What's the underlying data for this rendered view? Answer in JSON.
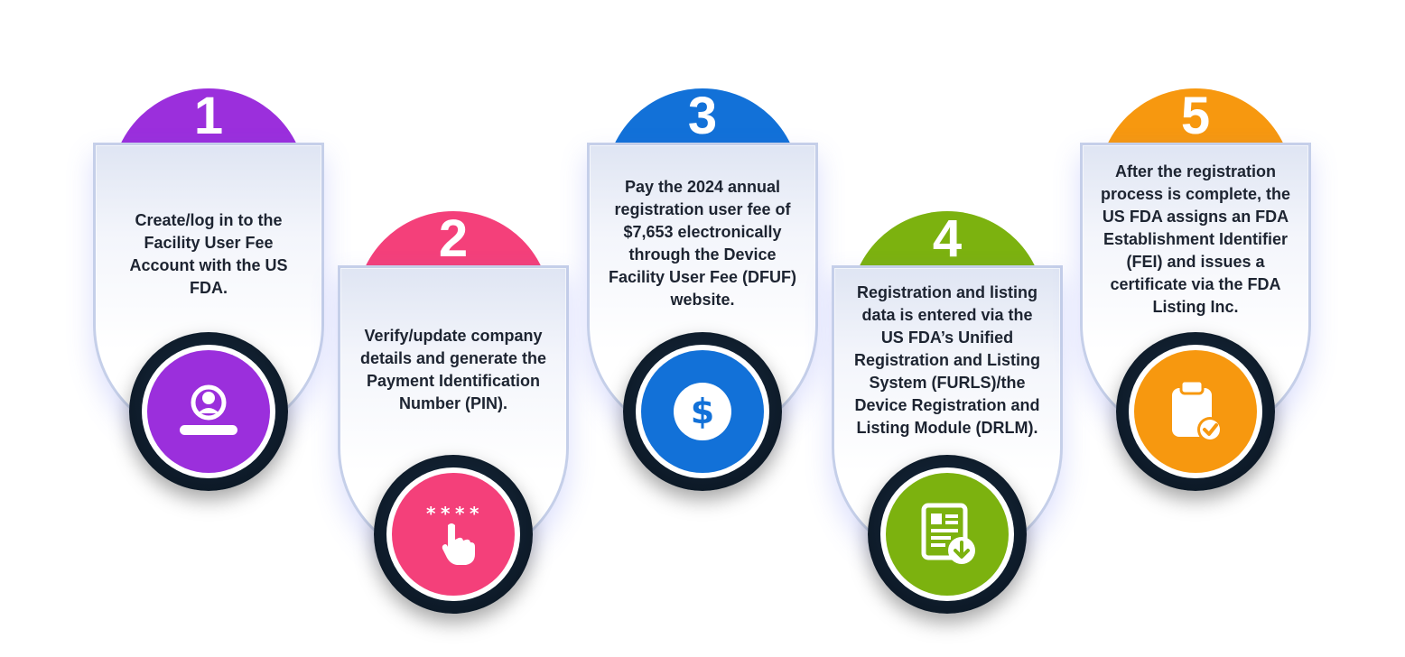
{
  "steps": [
    {
      "number": "1",
      "color": "#9b2fdc",
      "icon": "user-account-icon",
      "text": "Create/log in to the Facility User Fee Account with the US FDA."
    },
    {
      "number": "2",
      "color": "#f4407a",
      "icon": "pin-entry-icon",
      "text": "Verify/update company details and generate the Payment Identification Number (PIN)."
    },
    {
      "number": "3",
      "color": "#1271d8",
      "icon": "dollar-icon",
      "text": "Pay the 2024 annual registration user fee of $7,653 electronically through the Device Facility User Fee (DFUF) website."
    },
    {
      "number": "4",
      "color": "#7cb20f",
      "icon": "document-download-icon",
      "text": "Registration and listing data is entered via the US FDA’s Unified Registration and Listing System (FURLS)/the Device Registration and Listing Module (DRLM)."
    },
    {
      "number": "5",
      "color": "#f7980f",
      "icon": "clipboard-check-icon",
      "text": "After the registration process is complete, the US FDA assigns an FDA Establishment Identifier (FEI) and issues a certificate via the FDA Listing Inc."
    }
  ]
}
